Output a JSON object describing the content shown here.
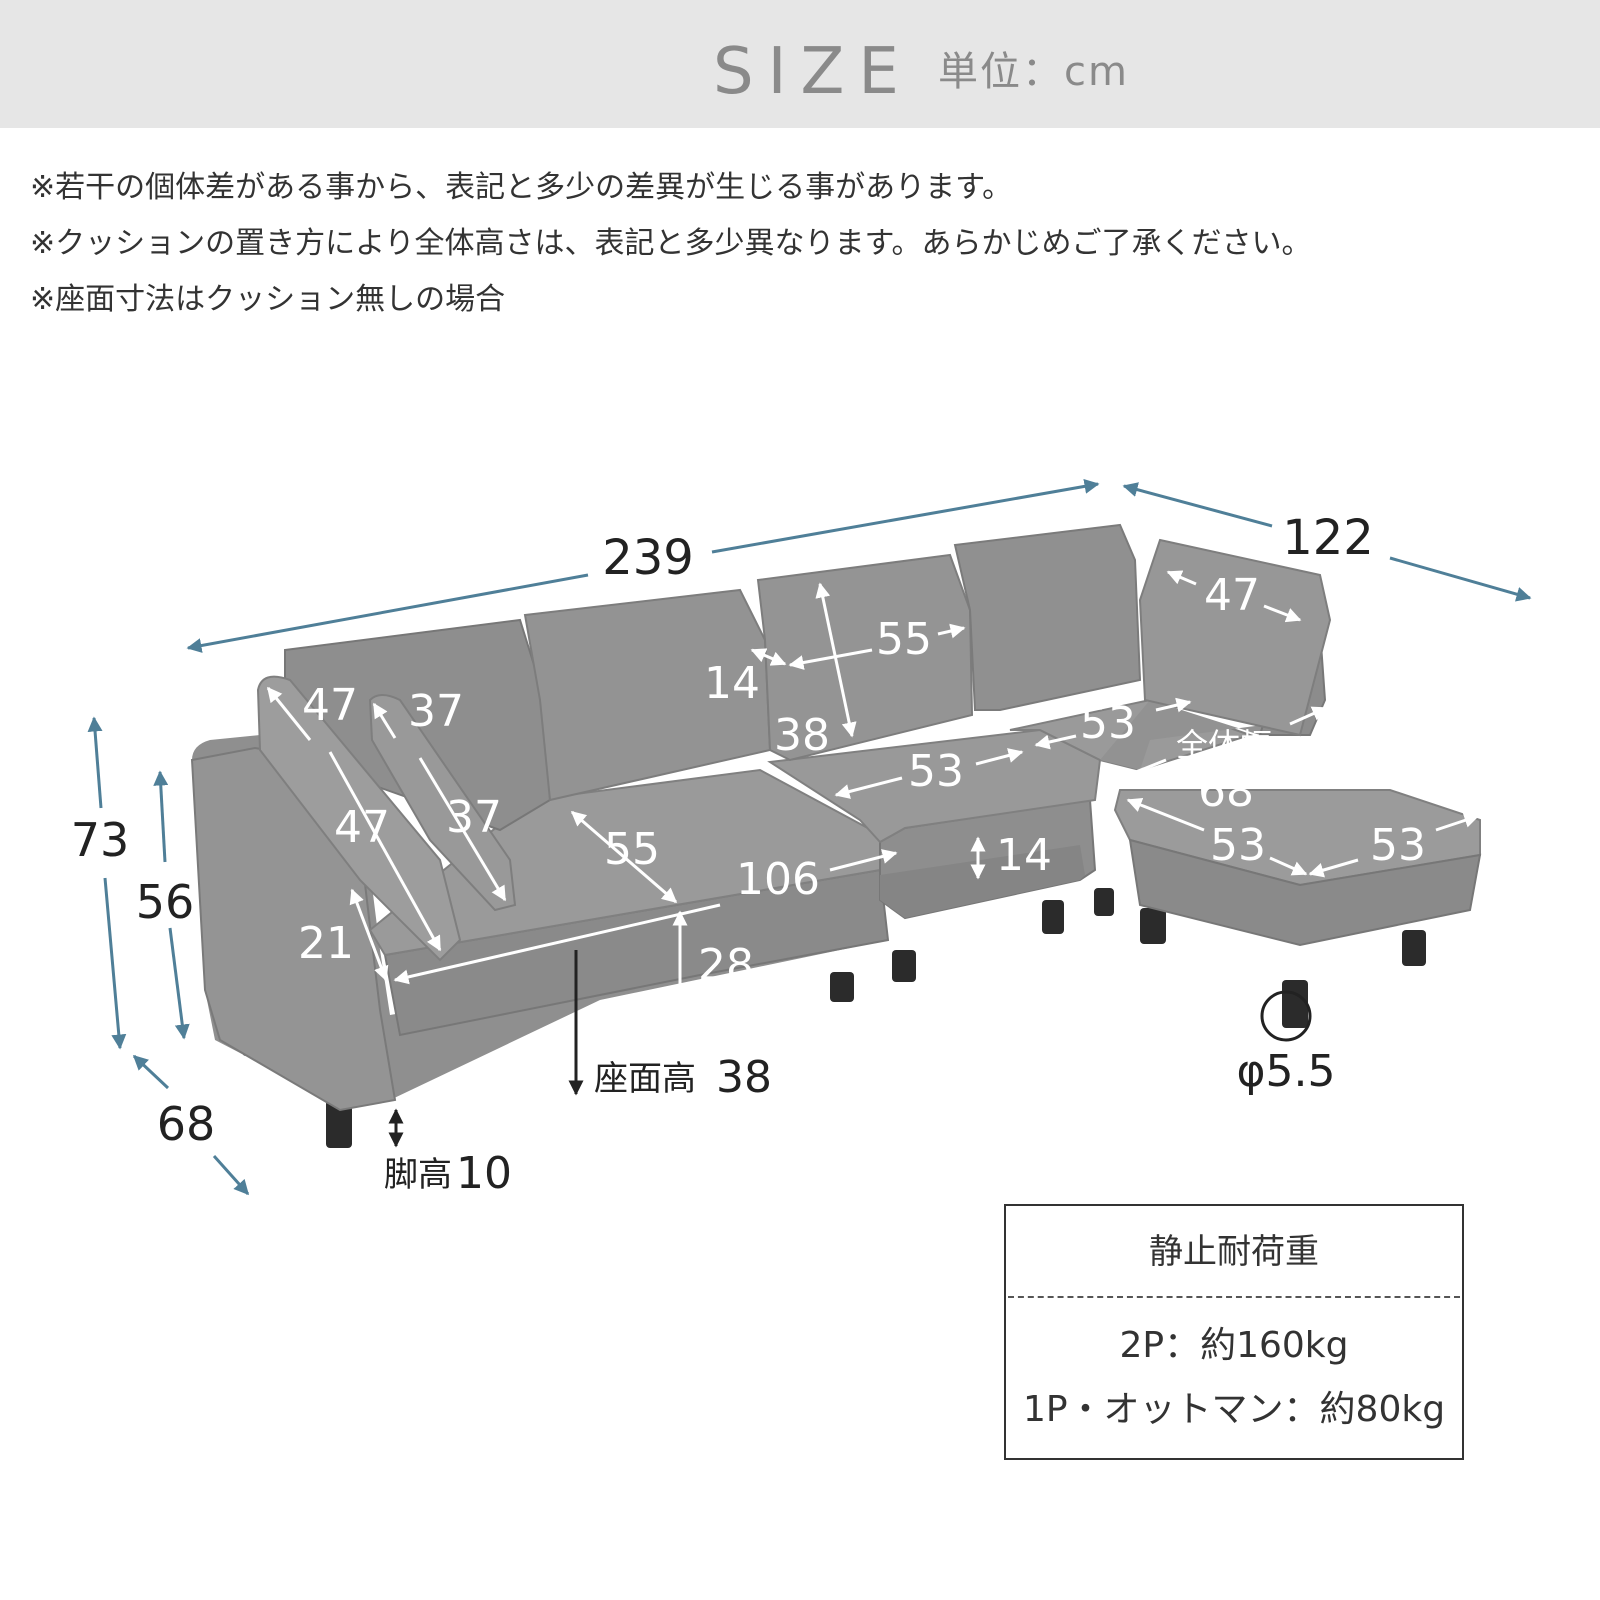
{
  "header": {
    "title": "SIZE",
    "unit": "単位：cm"
  },
  "notes": [
    "※若干の個体差がある事から、表記と多少の差異が生じる事があります。",
    "※クッションの置き方により全体高さは、表記と多少異なります。あらかじめご了承ください。",
    "※座面寸法はクッション無しの場合"
  ],
  "dimensions": {
    "total_width": "239",
    "ottoman_depth_total": "122",
    "height_total": "73",
    "arm_height": "56",
    "depth": "68",
    "pillow_large_1": "47",
    "pillow_large_2": "47",
    "pillow_small_1": "37",
    "pillow_small_2": "37",
    "arm_inner": "21",
    "seat_depth": "55",
    "seat_width": "106",
    "seat_thickness": "28",
    "back_cushion_width": "55",
    "back_cushion_thickness": "14",
    "back_cushion_height": "38",
    "mid_seat_width": "53",
    "mid_seat_thickness": "14",
    "right_seat_width": "53",
    "right_back_width": "47",
    "overall_label": "全体幅",
    "overall_value": "68",
    "ottoman_w1": "53",
    "ottoman_w2": "53",
    "leg_diameter": "φ5.5",
    "seat_height_label": "座面高",
    "seat_height_value": "38",
    "leg_height_label": "脚高",
    "leg_height_value": "10"
  },
  "load": {
    "title": "静止耐荷重",
    "line1": "2P：約160kg",
    "line2": "1P・オットマン：約80kg"
  },
  "colors": {
    "sofa": "#8c8c8c",
    "accent": "#4f7f98",
    "header_bg": "#e6e6e6"
  }
}
